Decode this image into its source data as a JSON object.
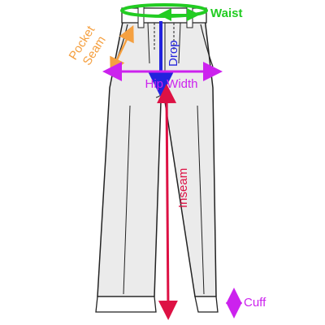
{
  "diagram": {
    "labels": {
      "waist": "Waist",
      "drop": "Drop",
      "pocket_seam_line1": "Pocket",
      "pocket_seam_line2": "Seam",
      "hip_width": "Hip Width",
      "inseam": "Inseam",
      "cuff": "Cuff"
    },
    "colors": {
      "waist": "#22cc22",
      "drop": "#2222dd",
      "pocket_seam": "#f5a040",
      "hip_width": "#cc22ee",
      "inseam": "#dd1144",
      "cuff": "#cc22ee",
      "outline": "#222222",
      "fabric": "#ebebeb"
    }
  }
}
